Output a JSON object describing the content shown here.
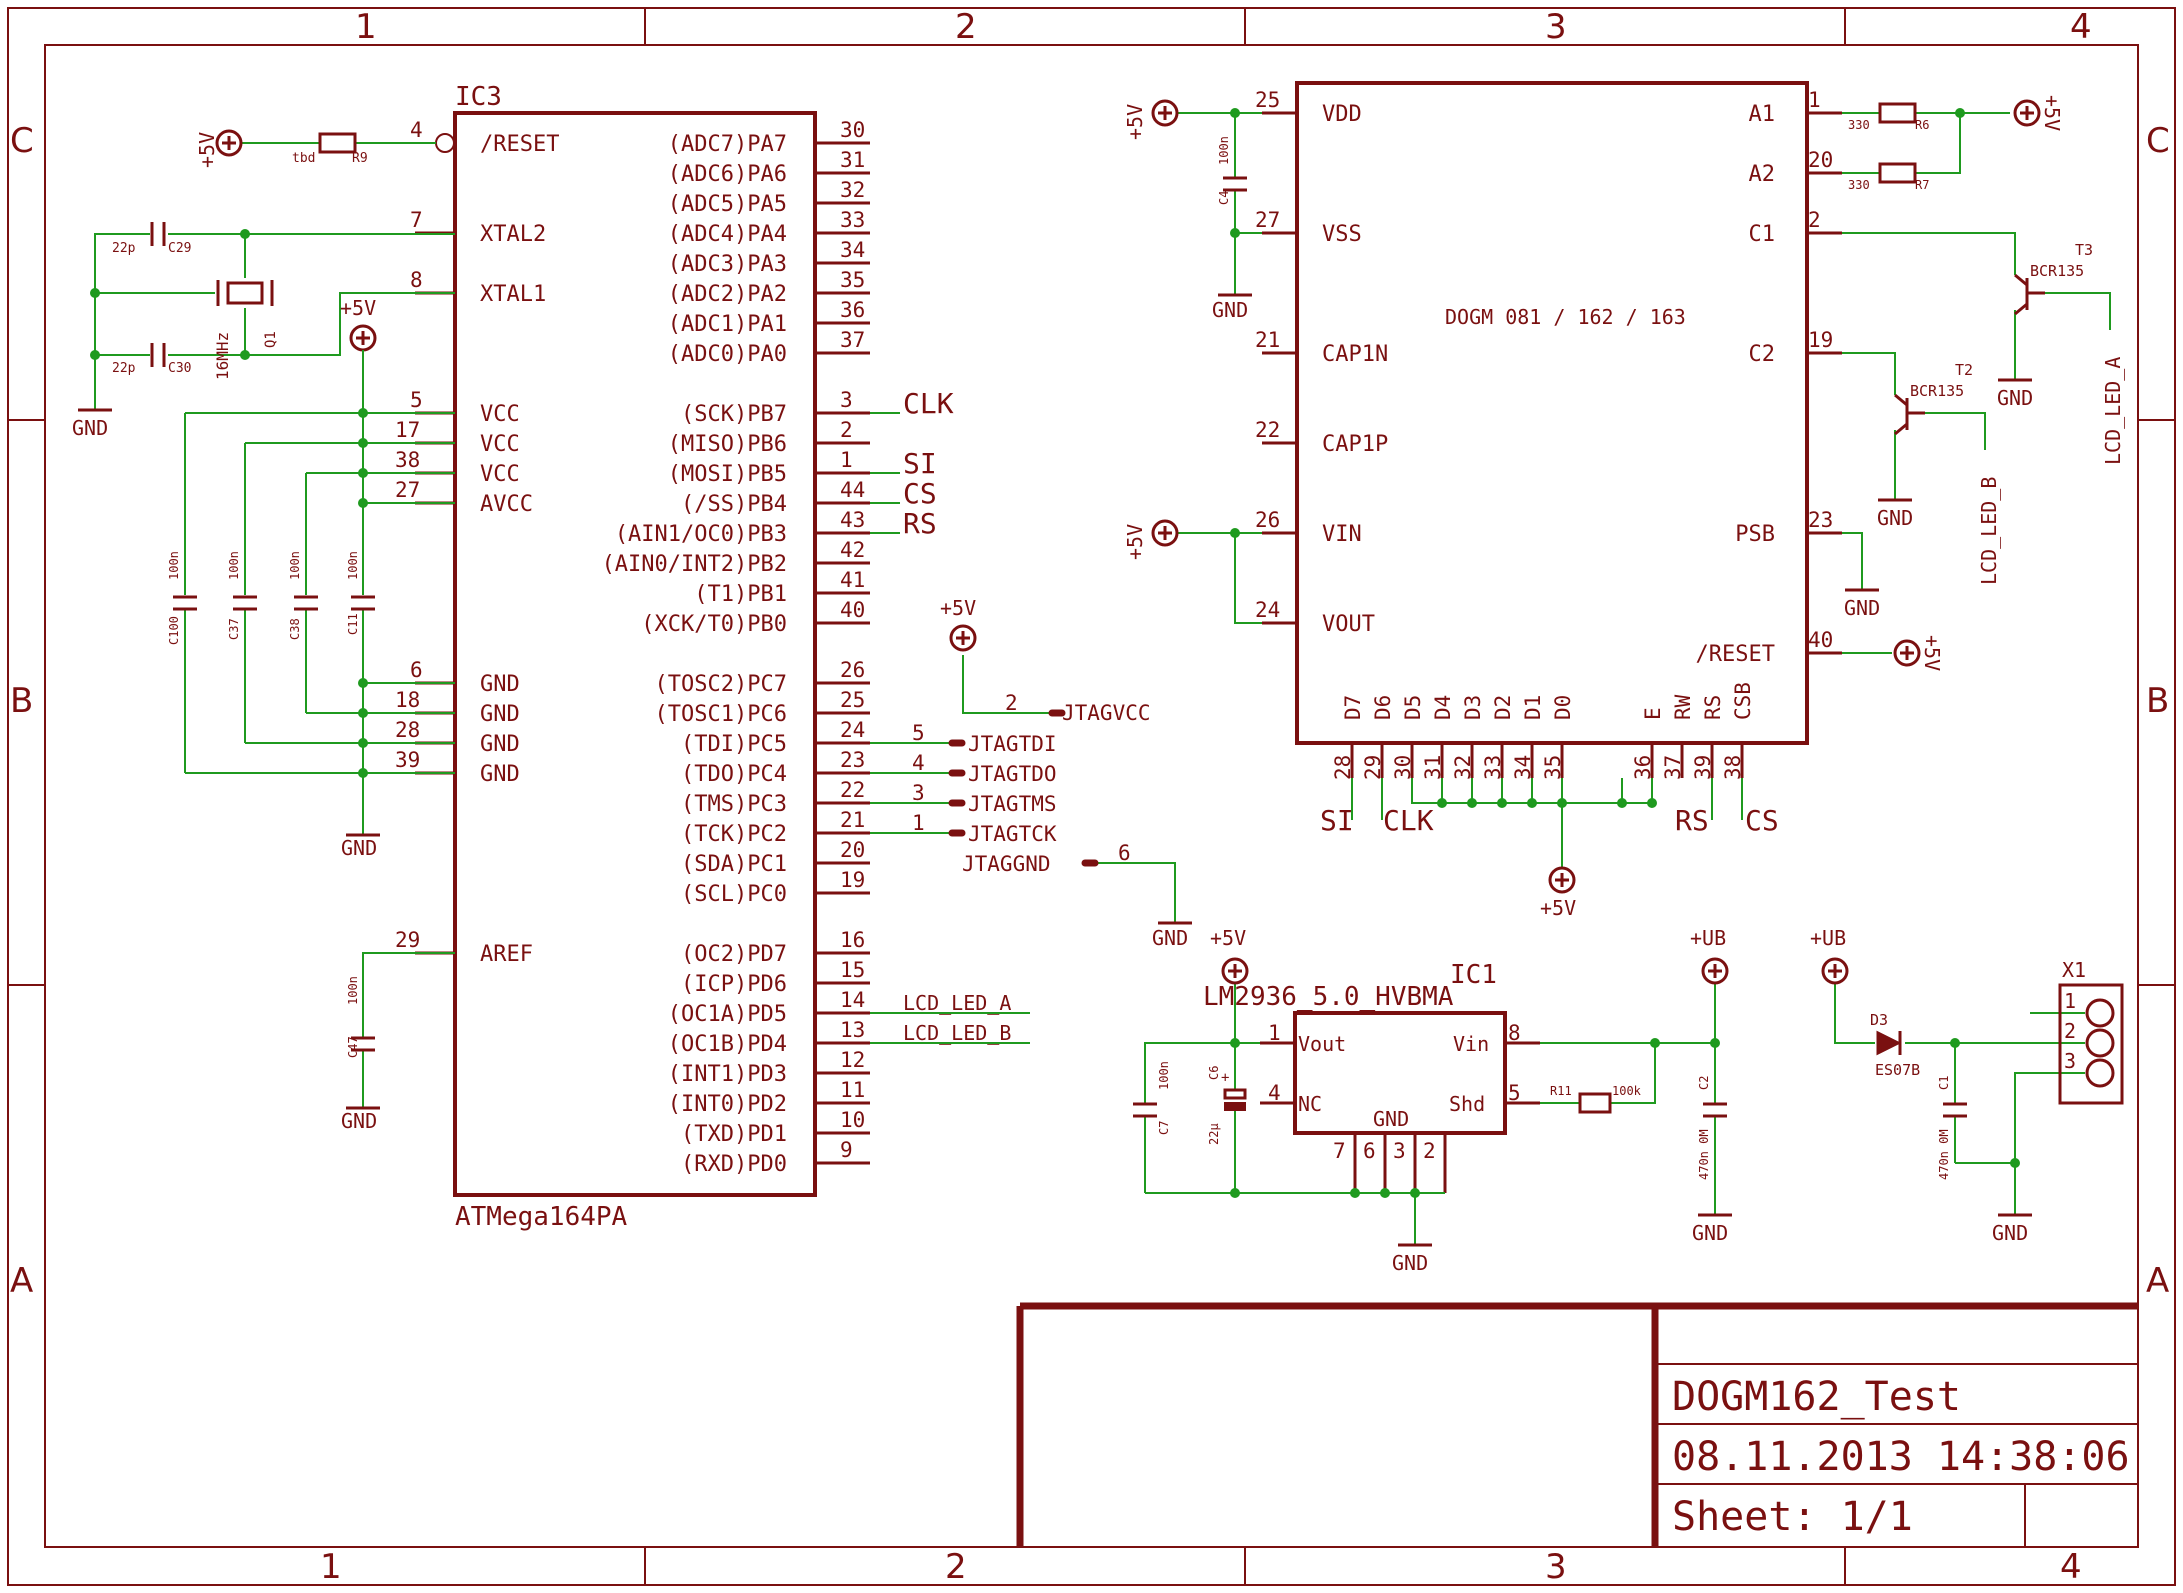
{
  "frame": {
    "columns": [
      "1",
      "2",
      "3",
      "4"
    ],
    "rows": [
      "C",
      "B",
      "A"
    ]
  },
  "title_block": {
    "name": "DOGM162_Test",
    "date": "08.11.2013 14:38:06",
    "sheet": "Sheet: 1/1"
  },
  "mcu": {
    "ref": "IC3",
    "value": "ATMega164PA",
    "left_pins": [
      {
        "num": "4",
        "name": "/RESET"
      },
      {
        "num": "7",
        "name": "XTAL2"
      },
      {
        "num": "8",
        "name": "XTAL1"
      },
      {
        "num": "5",
        "name": "VCC"
      },
      {
        "num": "17",
        "name": "VCC"
      },
      {
        "num": "38",
        "name": "VCC"
      },
      {
        "num": "27",
        "name": "AVCC"
      },
      {
        "num": "6",
        "name": "GND"
      },
      {
        "num": "18",
        "name": "GND"
      },
      {
        "num": "28",
        "name": "GND"
      },
      {
        "num": "39",
        "name": "GND"
      },
      {
        "num": "29",
        "name": "AREF"
      }
    ],
    "right_pins": [
      {
        "num": "30",
        "name": "(ADC7)PA7"
      },
      {
        "num": "31",
        "name": "(ADC6)PA6"
      },
      {
        "num": "32",
        "name": "(ADC5)PA5"
      },
      {
        "num": "33",
        "name": "(ADC4)PA4"
      },
      {
        "num": "34",
        "name": "(ADC3)PA3"
      },
      {
        "num": "35",
        "name": "(ADC2)PA2"
      },
      {
        "num": "36",
        "name": "(ADC1)PA1"
      },
      {
        "num": "37",
        "name": "(ADC0)PA0"
      },
      {
        "num": "3",
        "name": "(SCK)PB7"
      },
      {
        "num": "2",
        "name": "(MISO)PB6"
      },
      {
        "num": "1",
        "name": "(MOSI)PB5"
      },
      {
        "num": "44",
        "name": "(/SS)PB4"
      },
      {
        "num": "43",
        "name": "(AIN1/OC0)PB3"
      },
      {
        "num": "42",
        "name": "(AIN0/INT2)PB2"
      },
      {
        "num": "41",
        "name": "(T1)PB1"
      },
      {
        "num": "40",
        "name": "(XCK/T0)PB0"
      },
      {
        "num": "26",
        "name": "(TOSC2)PC7"
      },
      {
        "num": "25",
        "name": "(TOSC1)PC6"
      },
      {
        "num": "24",
        "name": "(TDI)PC5"
      },
      {
        "num": "23",
        "name": "(TDO)PC4"
      },
      {
        "num": "22",
        "name": "(TMS)PC3"
      },
      {
        "num": "21",
        "name": "(TCK)PC2"
      },
      {
        "num": "20",
        "name": "(SDA)PC1"
      },
      {
        "num": "19",
        "name": "(SCL)PC0"
      },
      {
        "num": "16",
        "name": "(OC2)PD7"
      },
      {
        "num": "15",
        "name": "(ICP)PD6"
      },
      {
        "num": "14",
        "name": "(OC1A)PD5"
      },
      {
        "num": "13",
        "name": "(OC1B)PD4"
      },
      {
        "num": "12",
        "name": "(INT1)PD3"
      },
      {
        "num": "11",
        "name": "(INT0)PD2"
      },
      {
        "num": "10",
        "name": "(TXD)PD1"
      },
      {
        "num": "9",
        "name": "(RXD)PD0"
      }
    ]
  },
  "mcu_nets": {
    "clk": "CLK",
    "si": "SI",
    "cs": "CS",
    "rs": "RS",
    "led_a": "LCD_LED_A",
    "led_b": "LCD_LED_B",
    "jtagtdi": "JTAGTDI",
    "jtagtdo": "JTAGTDO",
    "jtagtms": "JTAGTMS",
    "jtagtck": "JTAGTCK",
    "jtagvcc": "JTAGVCC",
    "jtaggnd": "JTAGGND",
    "jtag_pins": {
      "vcc": "2",
      "tdi": "5",
      "tdo": "4",
      "tms": "3",
      "tck": "1",
      "gnd": "6"
    }
  },
  "parts": {
    "r9": {
      "ref": "R9",
      "value": "tbd"
    },
    "c29": {
      "ref": "C29",
      "value": "22p"
    },
    "c30": {
      "ref": "C30",
      "value": "22p"
    },
    "q1": {
      "ref": "Q1",
      "value": "16MHz"
    },
    "c100": {
      "ref": "C100",
      "value": "100n"
    },
    "c37": {
      "ref": "C37",
      "value": "100n"
    },
    "c38": {
      "ref": "C38",
      "value": "100n"
    },
    "c11": {
      "ref": "C11",
      "value": "100n"
    },
    "c47": {
      "ref": "C47",
      "value": "100n"
    },
    "c4": {
      "ref": "C4",
      "value": "100n"
    },
    "r6": {
      "ref": "R6",
      "value": "330"
    },
    "r7": {
      "ref": "R7",
      "value": "330"
    },
    "t3": {
      "ref": "T3",
      "value": "BCR135"
    },
    "t2": {
      "ref": "T2",
      "value": "BCR135"
    },
    "c7": {
      "ref": "C7",
      "value": "100n"
    },
    "c6": {
      "ref": "C6",
      "value": "22µ"
    },
    "r11": {
      "ref": "R11",
      "value": "100k"
    },
    "c2": {
      "ref": "C2",
      "value": "470n 0M"
    },
    "c1": {
      "ref": "C1",
      "value": "470n 0M"
    },
    "d3": {
      "ref": "D3",
      "value": "ES07B"
    },
    "x1": {
      "ref": "X1",
      "pins": [
        "1",
        "2",
        "3"
      ]
    }
  },
  "lcd": {
    "title": "DOGM 081 / 162 / 163",
    "left_pins": [
      {
        "num": "25",
        "name": "VDD"
      },
      {
        "num": "27",
        "name": "VSS"
      },
      {
        "num": "21",
        "name": "CAP1N"
      },
      {
        "num": "22",
        "name": "CAP1P"
      },
      {
        "num": "26",
        "name": "VIN"
      },
      {
        "num": "24",
        "name": "VOUT"
      }
    ],
    "right_pins": [
      {
        "num": "1",
        "name": "A1"
      },
      {
        "num": "20",
        "name": "A2"
      },
      {
        "num": "2",
        "name": "C1"
      },
      {
        "num": "19",
        "name": "C2"
      },
      {
        "num": "23",
        "name": "PSB"
      },
      {
        "num": "40",
        "name": "/RESET"
      }
    ],
    "bottom_pins": [
      {
        "num": "28",
        "name": "D7"
      },
      {
        "num": "29",
        "name": "D6"
      },
      {
        "num": "30",
        "name": "D5"
      },
      {
        "num": "31",
        "name": "D4"
      },
      {
        "num": "32",
        "name": "D3"
      },
      {
        "num": "33",
        "name": "D2"
      },
      {
        "num": "34",
        "name": "D1"
      },
      {
        "num": "35",
        "name": "D0"
      },
      {
        "num": "36",
        "name": "E"
      },
      {
        "num": "37",
        "name": "RW"
      },
      {
        "num": "39",
        "name": "RS"
      },
      {
        "num": "38",
        "name": "CSB"
      }
    ],
    "bottom_nets": {
      "si": "SI",
      "clk": "CLK",
      "rs": "RS",
      "cs": "CS"
    }
  },
  "regulator": {
    "ref": "IC1",
    "value": "LM2936_5.0_HVBMA",
    "pins": {
      "vout": {
        "num": "1",
        "name": "Vout"
      },
      "nc": {
        "num": "4",
        "name": "NC"
      },
      "vin": {
        "num": "8",
        "name": "Vin"
      },
      "shd": {
        "num": "5",
        "name": "Shd"
      },
      "gnd": {
        "name": "GND",
        "nums": [
          "7",
          "6",
          "3",
          "2"
        ]
      }
    }
  },
  "supply_labels": {
    "p5v": "+5V",
    "ub": "+UB",
    "gnd": "GND"
  },
  "colors": {
    "symbol": "#7a1010",
    "wire": "#1f9a1f",
    "junction": "#1f9a1f",
    "frame": "#7a1010"
  }
}
